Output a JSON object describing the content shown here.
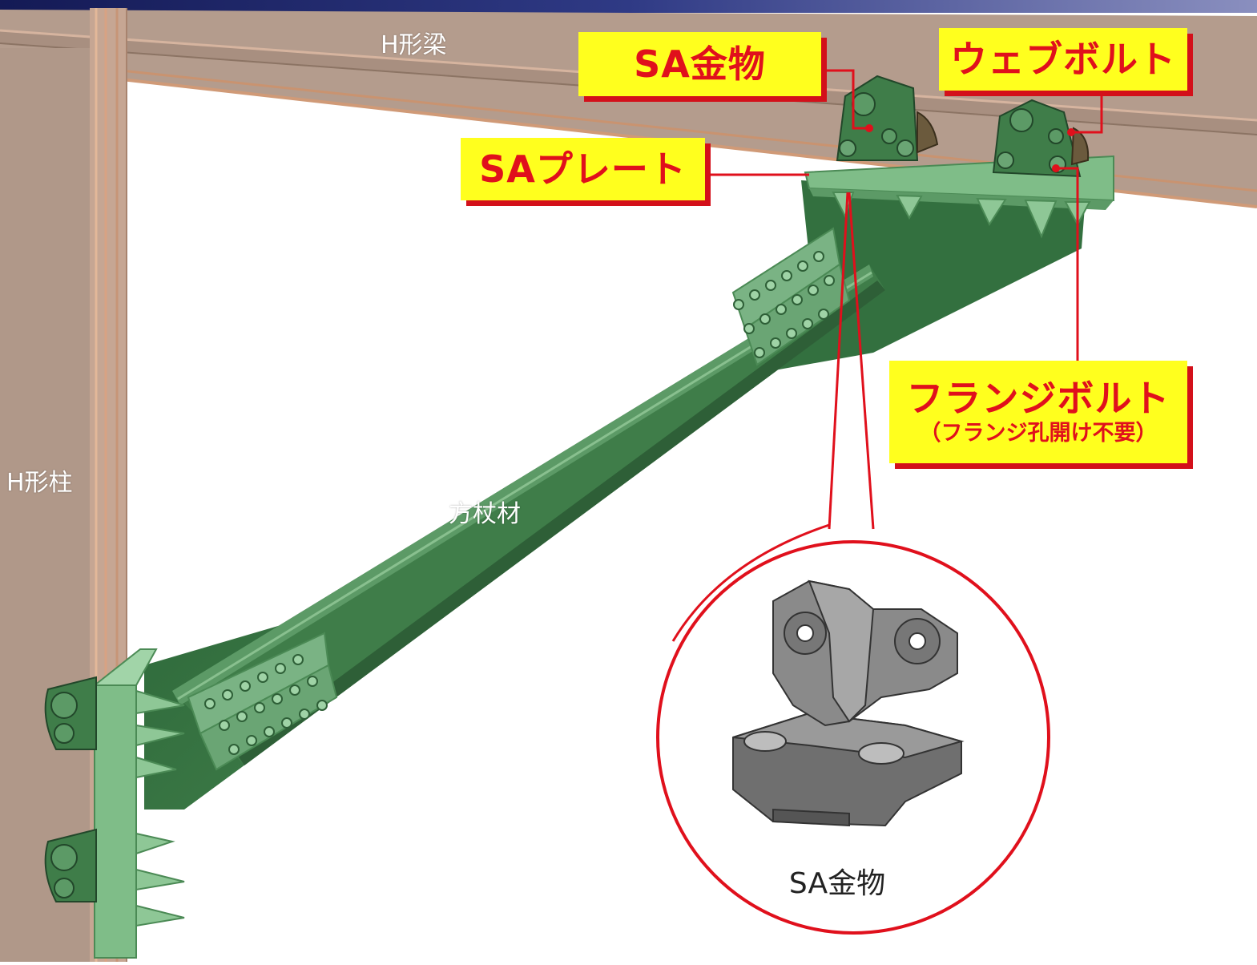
{
  "colors": {
    "steel_green": "#3f7d49",
    "steel_green_light": "#6fae7a",
    "steel_green_dark": "#2e5f37",
    "h_member_brown": "#b09889",
    "callout_fill": "#ffff1e",
    "callout_text": "#e0101c",
    "leader_red": "#e0101c",
    "inset_gray": "#7a7a7a"
  },
  "labels": {
    "beam": "H形梁",
    "column": "H形柱",
    "brace": "方杖材"
  },
  "callouts": {
    "sa_fitting": "SA金物",
    "web_bolt": "ウェブボルト",
    "sa_plate": "SAプレート",
    "flange_bolt": "フランジボルト",
    "flange_bolt_note": "（フランジ孔開け不要）"
  },
  "inset": {
    "caption": "SA金物"
  }
}
